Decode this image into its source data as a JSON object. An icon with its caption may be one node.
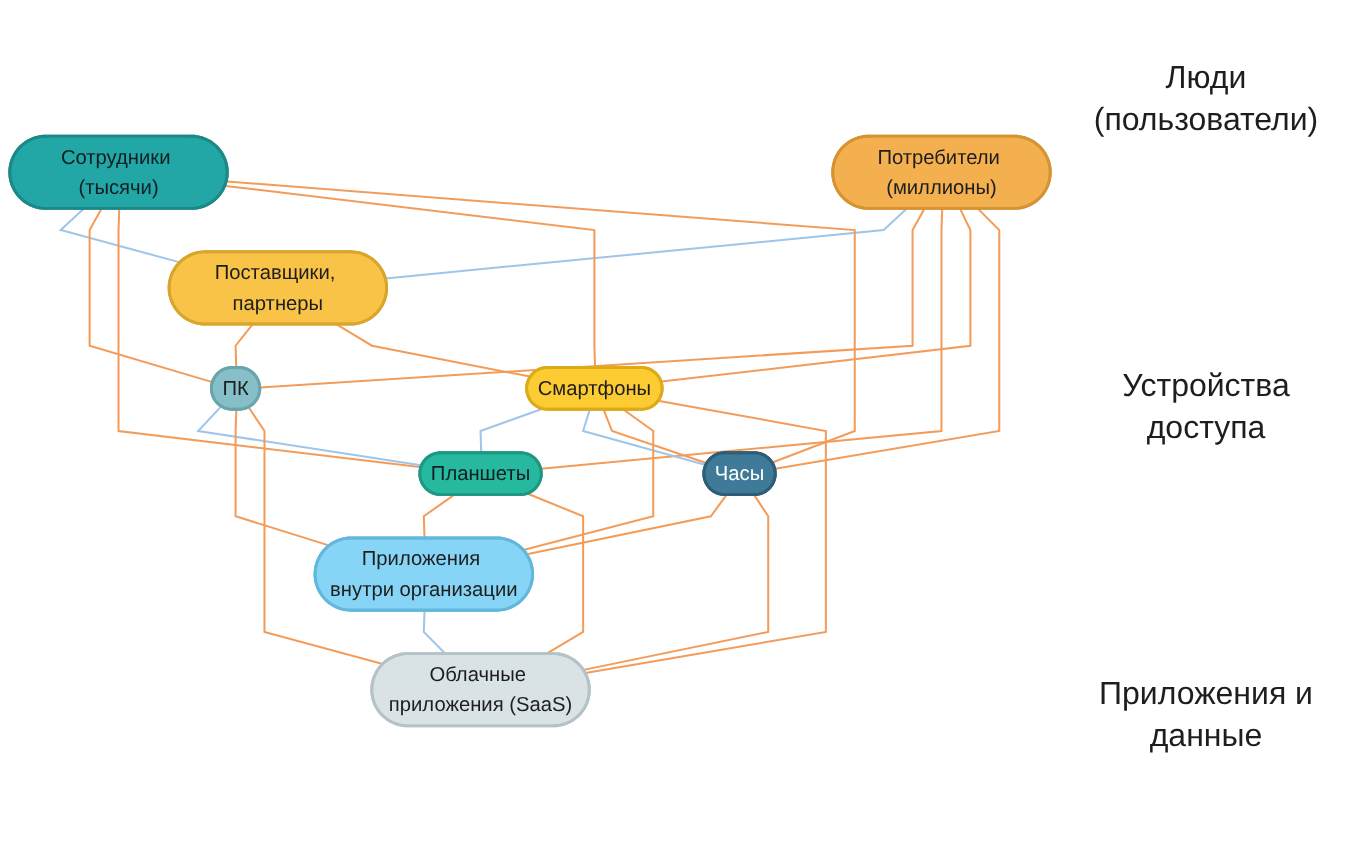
{
  "diagram": {
    "nodes": [
      {
        "text": [
          "Сотрудники (тысячи)"
        ]
      },
      {
        "text": [
          "Поставщики, партнеры"
        ]
      },
      {
        "text": [
          "Потребители (миллионы)"
        ]
      },
      {
        "text": [
          "ПК"
        ]
      },
      {
        "text": [
          "Планшеты"
        ]
      },
      {
        "text": [
          "Смартфоны"
        ]
      },
      {
        "text": [
          "Часы"
        ]
      },
      {
        "text": [
          "Приложения внутри организации"
        ]
      },
      {
        "text": [
          "Облачные приложения (SaaS)"
        ]
      }
    ],
    "edges": [
      {
        "from": 0,
        "to": 1,
        "arrow": "none",
        "color": "#9fc5e8"
      },
      {
        "from": 2,
        "to": 1,
        "arrow": "none",
        "color": "#9fc5e8"
      },
      {
        "from": 0,
        "to": 3,
        "arrow": "none"
      },
      {
        "from": 0,
        "to": 4,
        "arrow": "none"
      },
      {
        "from": 0,
        "to": 5,
        "arrow": "none"
      },
      {
        "from": 0,
        "to": 6,
        "arrow": "none"
      },
      {
        "from": 1,
        "to": 3,
        "arrow": "none"
      },
      {
        "from": 1,
        "to": 5,
        "arrow": "none"
      },
      {
        "from": 2,
        "to": 3,
        "arrow": "none"
      },
      {
        "from": 2,
        "to": 4,
        "arrow": "none"
      },
      {
        "from": 2,
        "to": 5,
        "arrow": "none"
      },
      {
        "from": 2,
        "to": 6,
        "arrow": "none"
      },
      {
        "from": 3,
        "to": 4,
        "arrow": "none",
        "color": "#9fc5e8"
      },
      {
        "from": 5,
        "to": 4,
        "arrow": "none",
        "color": "#9fc5e8"
      },
      {
        "from": 5,
        "to": 6,
        "arrow": "none",
        "color": "#9fc5e8"
      },
      {
        "from": 5,
        "to": 6,
        "arrow": "none"
      },
      {
        "from": 3,
        "to": 7,
        "arrow": "none"
      },
      {
        "from": 3,
        "to": 8,
        "arrow": "none"
      },
      {
        "from": 4,
        "to": 7,
        "arrow": "none"
      },
      {
        "from": 4,
        "to": 8,
        "arrow": "none"
      },
      {
        "from": 5,
        "to": 7,
        "arrow": "none"
      },
      {
        "from": 5,
        "to": 8,
        "arrow": "none"
      },
      {
        "from": 6,
        "to": 7,
        "arrow": "none"
      },
      {
        "from": 6,
        "to": 8,
        "arrow": "none"
      },
      {
        "from": 7,
        "to": 8,
        "arrow": "none",
        "color": "#9fc5e8"
      }
    ],
    "labels": [
      "Люди (пользователи)",
      "Устройства доступа",
      "Приложения и данные"
    ]
  }
}
